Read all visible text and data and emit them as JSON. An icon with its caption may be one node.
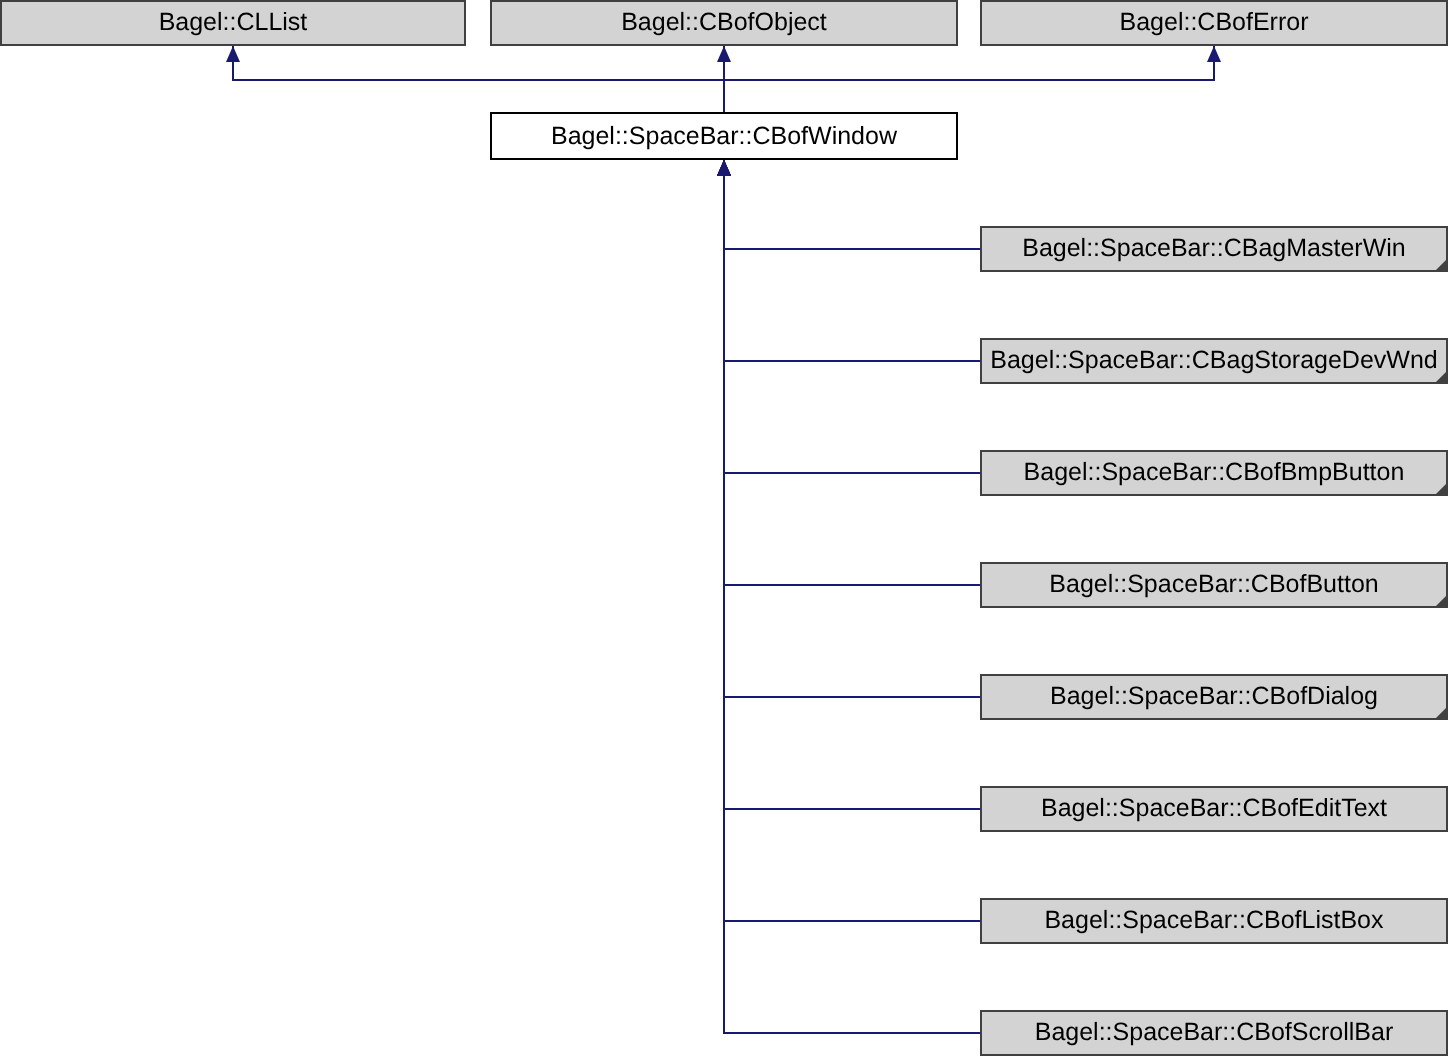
{
  "diagram": {
    "nodes": [
      {
        "text": [
          "Bagel::CLList"
        ]
      },
      {
        "text": [
          "Bagel::CBofObject"
        ]
      },
      {
        "text": [
          "Bagel::CBofError"
        ]
      },
      {
        "text": [
          "Bagel::SpaceBar::CBofWindow"
        ]
      },
      {
        "text": [
          "Bagel::SpaceBar::CBagMasterWin"
        ]
      },
      {
        "text": [
          "Bagel::SpaceBar::CBagStorageDevWnd"
        ]
      },
      {
        "text": [
          "Bagel::SpaceBar::CBofBmpButton"
        ]
      },
      {
        "text": [
          "Bagel::SpaceBar::CBofButton"
        ]
      },
      {
        "text": [
          "Bagel::SpaceBar::CBofDialog"
        ]
      },
      {
        "text": [
          "Bagel::SpaceBar::CBofEditText"
        ]
      },
      {
        "text": [
          "Bagel::SpaceBar::CBofListBox"
        ]
      },
      {
        "text": [
          "Bagel::SpaceBar::CBofScrollBar"
        ]
      }
    ],
    "edges": [
      {
        "from": 3,
        "to": 0,
        "arrow": "to"
      },
      {
        "from": 3,
        "to": 1,
        "arrow": "to"
      },
      {
        "from": 3,
        "to": 2,
        "arrow": "to"
      },
      {
        "from": 4,
        "to": 3,
        "arrow": "to"
      },
      {
        "from": 5,
        "to": 3,
        "arrow": "to"
      },
      {
        "from": 6,
        "to": 3,
        "arrow": "to"
      },
      {
        "from": 7,
        "to": 3,
        "arrow": "to"
      },
      {
        "from": 8,
        "to": 3,
        "arrow": "to"
      },
      {
        "from": 9,
        "to": 3,
        "arrow": "to"
      },
      {
        "from": 10,
        "to": 3,
        "arrow": "to"
      },
      {
        "from": 11,
        "to": 3,
        "arrow": "to"
      }
    ]
  }
}
